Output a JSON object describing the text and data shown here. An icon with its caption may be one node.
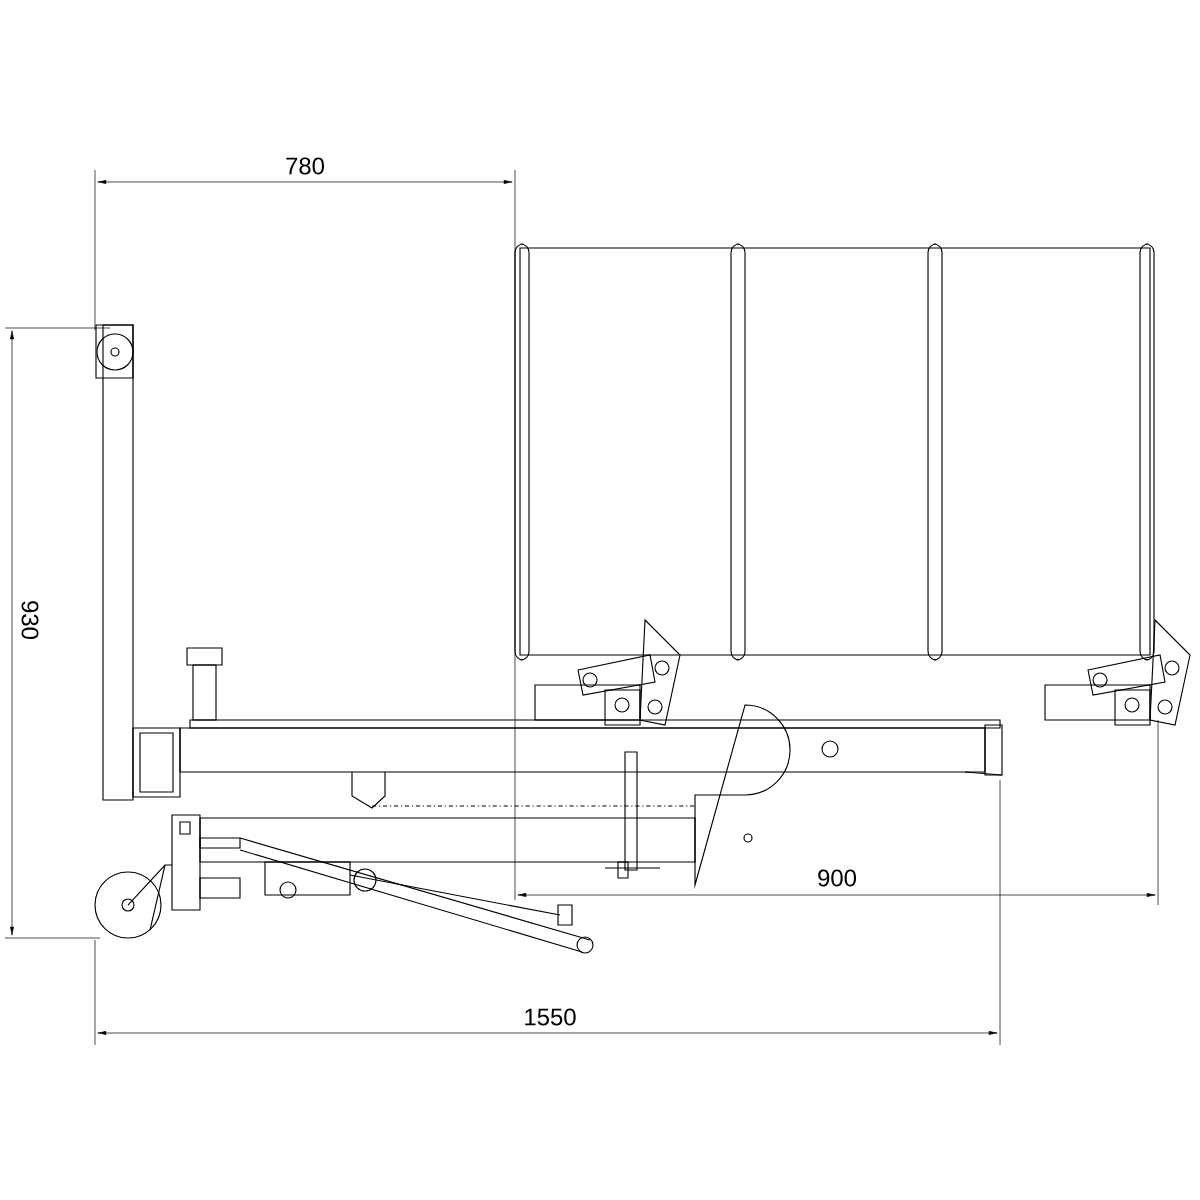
{
  "diagram": {
    "labels": [
      "780",
      "930",
      "900",
      "1550"
    ]
  }
}
